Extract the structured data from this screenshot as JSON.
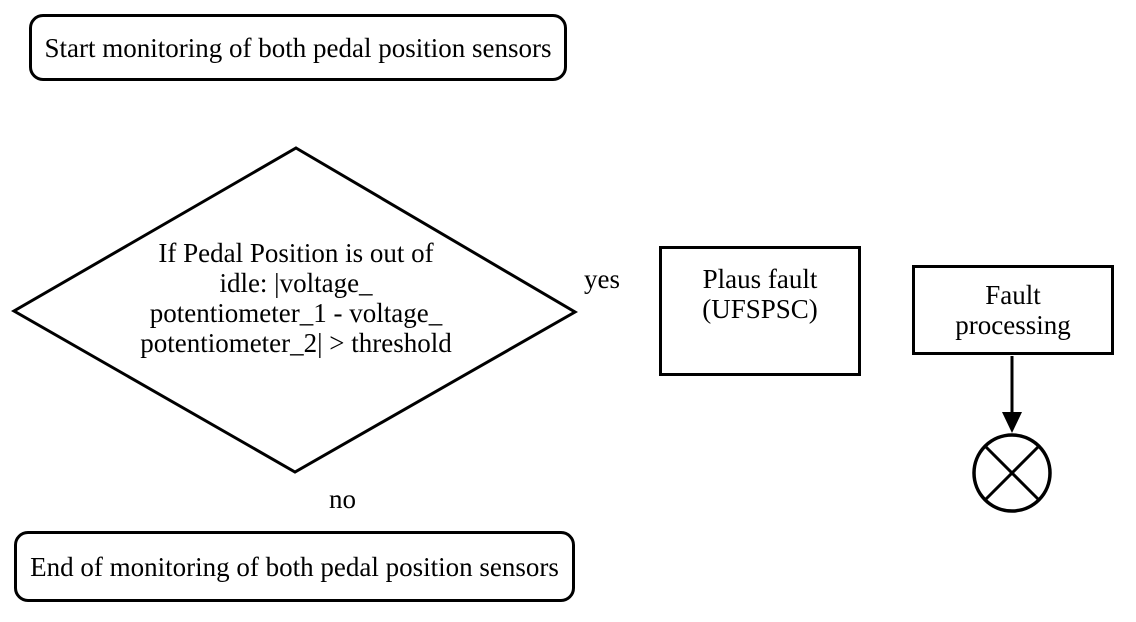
{
  "flowchart": {
    "start_node": {
      "label": "Start monitoring of both pedal position sensors"
    },
    "decision_node": {
      "line1": "If Pedal Position is out of",
      "line2": "idle: |voltage_",
      "line3": "potentiometer_1 - voltage_",
      "line4": "potentiometer_2| > threshold"
    },
    "branch_labels": {
      "yes": "yes",
      "no": "no"
    },
    "plaus_fault_node": {
      "line1": "Plaus fault",
      "line2": "(UFSPSC)"
    },
    "fault_processing_node": {
      "line1": "Fault",
      "line2": "processing"
    },
    "end_node": {
      "label": "End of monitoring of both pedal position sensors"
    },
    "colors": {
      "stroke": "#000000",
      "background": "#ffffff"
    }
  }
}
